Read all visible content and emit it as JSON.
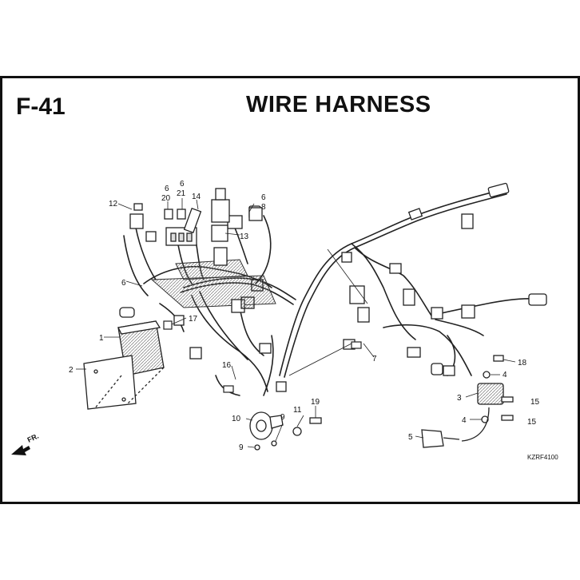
{
  "header": {
    "figure_no": "F-41",
    "title": "WIRE HARNESS"
  },
  "diagram": {
    "code": "KZRF4100",
    "direction_label": "FR.",
    "callouts": {
      "c1": "1",
      "c2": "2",
      "c3": "3",
      "c4a": "4",
      "c4b": "4",
      "c5": "5",
      "c6a": "6",
      "c6b": "6",
      "c6c": "6",
      "c6d": "6",
      "c7": "7",
      "c8": "8",
      "c9a": "9",
      "c9b": "9",
      "c10": "10",
      "c11": "11",
      "c12": "12",
      "c13": "13",
      "c14": "14",
      "c15a": "15",
      "c15b": "15",
      "c16": "16",
      "c17": "17",
      "c18": "18",
      "c19": "19",
      "c20": "20",
      "c21": "21"
    }
  }
}
